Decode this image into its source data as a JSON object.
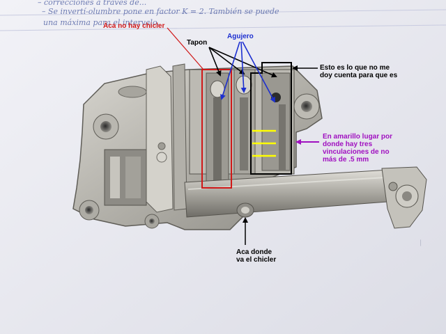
{
  "annotations": {
    "no_chicler": "Áca no hay chicler",
    "tapon": "Tapon",
    "agujero": "Agujero",
    "no_entiendo": "Esto es lo que no me\ndoy cuenta para que es",
    "amarillo": "En amarillo lugar por\ndonde hay tres\nvinculaciones de no\nmás de .5 mm",
    "chicler": "Aca donde\nva el chicler"
  },
  "handwriting": {
    "line1": "– correcciones a través de...",
    "line2": "– Se invertí-olumbre pone en factor K = 2. También se puede",
    "line3": "una                          máxima para el intervalo."
  },
  "colors": {
    "red": "#d01818",
    "blue": "#1c2fd0",
    "black": "#000000",
    "yellow": "#ffff00",
    "purple": "#a010c0",
    "metal_light": "#c8c6c0",
    "metal_dark": "#7c7a74",
    "paper": "#eeeef4"
  }
}
